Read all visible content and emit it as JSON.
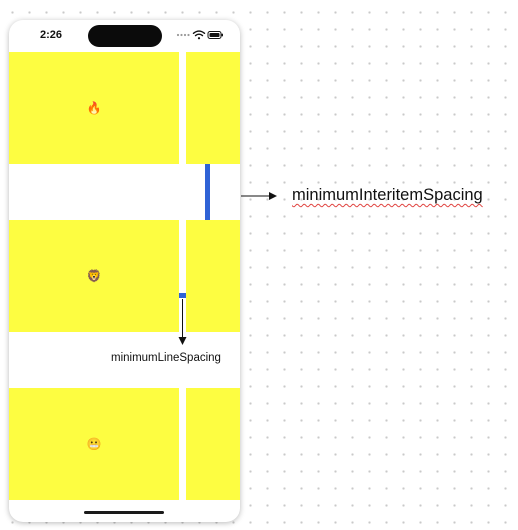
{
  "status_bar": {
    "time": "2:26",
    "icons": [
      "signal-dots-icon",
      "wifi-icon",
      "battery-icon"
    ]
  },
  "grid": {
    "background_color": "#fdfd41",
    "rows": [
      {
        "emoji": "🔥"
      },
      {
        "emoji": "🦁"
      },
      {
        "emoji": "😬"
      }
    ]
  },
  "annotations": {
    "interitem_label": "minimumInteritemSpacing",
    "line_spacing_label": "minimumLineSpacing"
  },
  "colors": {
    "cell": "#fdfd41",
    "spacing_marker": "#2f63d6",
    "squiggle_underline": "#e0433f"
  }
}
